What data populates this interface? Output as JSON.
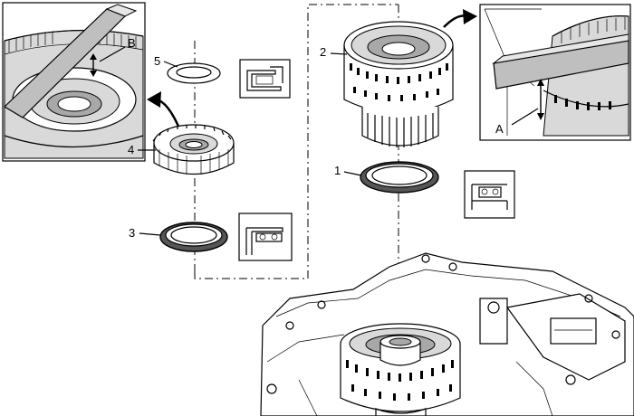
{
  "callouts": {
    "c1": "1",
    "c2": "2",
    "c3": "3",
    "c4": "4",
    "c5": "5",
    "ca": "A",
    "cb": "B"
  },
  "colors": {
    "ink": "#000000",
    "paper": "#ffffff",
    "shade": "#d9d9d9",
    "dark_shade": "#a8a8a8"
  },
  "icons": [
    "curved-arrow-icon",
    "double-arrow-icon",
    "bearing-orientation-icon"
  ]
}
